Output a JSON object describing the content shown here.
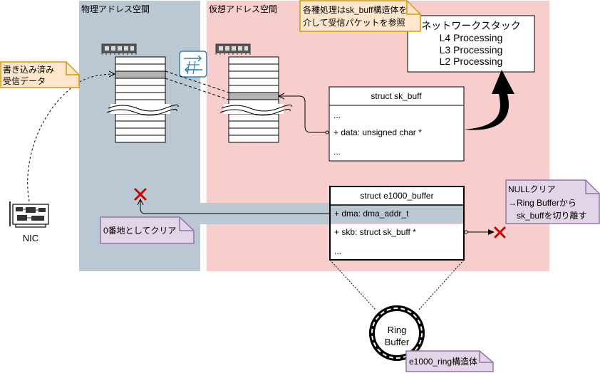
{
  "regions": {
    "physical": {
      "label": "物理アドレス空間"
    },
    "virtual": {
      "label": "仮想アドレス空間"
    }
  },
  "notes": {
    "written_data": [
      "書き込み済み",
      "受信データ"
    ],
    "processing_ref": [
      "各種処理はsk_buff構造体を",
      "介して受信パケットを参照"
    ],
    "zero_clear": "0番地としてクリア",
    "null_clear": [
      "NULLクリア",
      "→Ring Bufferから",
      "sk_buffを切り離す"
    ],
    "ring_struct": "e1000_ring構造体"
  },
  "network_stack": {
    "title": "ネットワークスタック",
    "layers": [
      "L4 Processing",
      "L3 Processing",
      "L2 Processing"
    ]
  },
  "sk_buff": {
    "title": "struct sk_buff",
    "fields": [
      "...",
      "+ data: unsigned char *",
      "..."
    ]
  },
  "e1000_buffer": {
    "title": "struct e1000_buffer",
    "fields": [
      "+ dma: dma_addr_t",
      "+ skb: struct sk_buff *",
      "..."
    ]
  },
  "nic": {
    "label": "NIC"
  },
  "ring_buffer": {
    "label": [
      "Ring",
      "Buffer"
    ]
  },
  "colors": {
    "physical_bg": "#bac8d3",
    "virtual_bg": "#f8cecc",
    "orange_note": "#ffe6cc",
    "orange_border": "#d79b00",
    "purple_note": "#e1d5e7",
    "purple_border": "#9673a6",
    "red_x": "#cc0000",
    "highlight_row": "#b3b3b3"
  }
}
